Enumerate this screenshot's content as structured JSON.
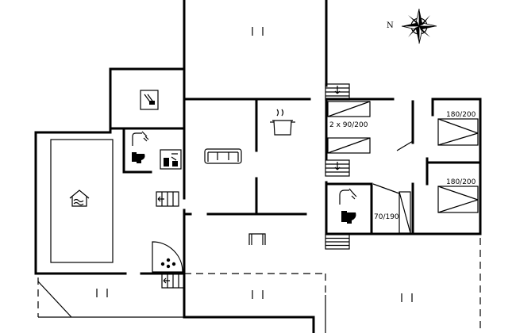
{
  "compass": {
    "north_letter": "N"
  },
  "rooms": {
    "bedroom_twin": {
      "bed_label": "2 x 90/200"
    },
    "bedroom_top_right": {
      "bed_label": "180/200"
    },
    "bedroom_bottom_right": {
      "bed_label": "180/200"
    },
    "bedroom_small": {
      "bed_label": "70/190"
    }
  },
  "icons": {
    "pool": "pool-icon",
    "sauna": "sauna-icon",
    "shower": "shower-icon",
    "toilet": "toilet-icon",
    "washer": "washing-machine-icon",
    "sofa": "sofa-icon",
    "pot": "cooking-pot-icon",
    "spa": "whirlpool-icon",
    "fireplace": "fireplace-icon",
    "compass": "compass-rose-icon",
    "stairs": "stairs-icon"
  }
}
